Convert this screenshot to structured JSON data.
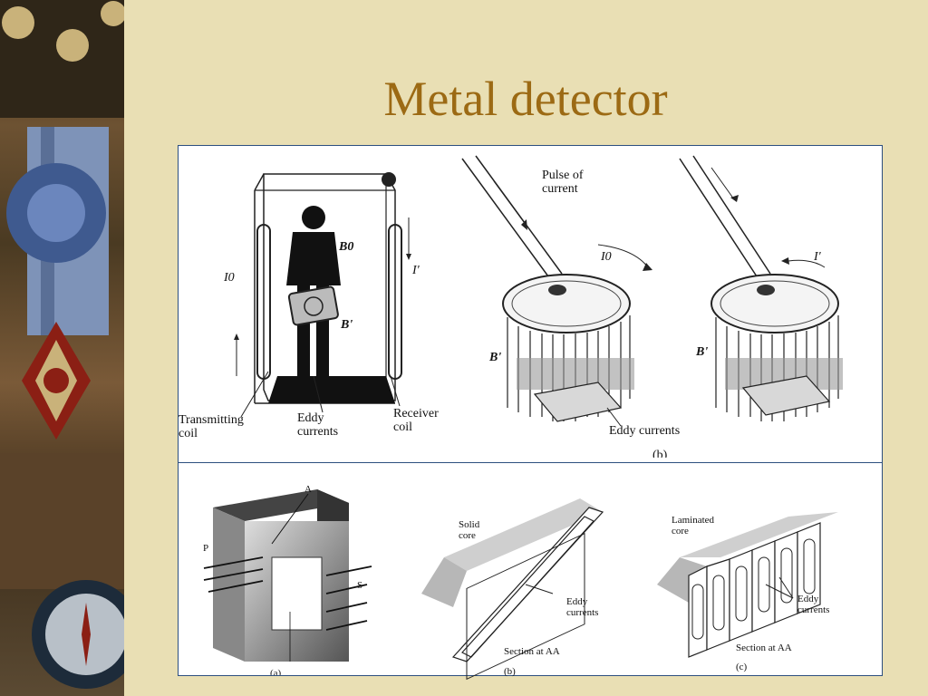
{
  "slide": {
    "title": "Metal detector"
  },
  "top_figure": {
    "gate": {
      "transmitting_coil": "Transmitting\ncoil",
      "eddy_currents": "Eddy\ncurrents",
      "receiver_coil": "Receiver\ncoil",
      "i0": "I0",
      "i_prime": "I'",
      "b0": "B0",
      "b_prime": "B'"
    },
    "handheld": {
      "pulse_of_current": "Pulse of\ncurrent",
      "i0": "I0",
      "i_prime": "I'",
      "b_prime_left": "B'",
      "b_prime_right": "B'",
      "eddy_currents": "Eddy currents",
      "panel_label": "(b)"
    }
  },
  "bottom_figure": {
    "transformer": {
      "a": "A",
      "p": "P",
      "s": "S",
      "panel_label": "(a)"
    },
    "solid": {
      "core_label": "Solid\ncore",
      "eddy_currents": "Eddy\ncurrents",
      "section": "Section at AA",
      "panel_label": "(b)"
    },
    "laminated": {
      "core_label": "Laminated\ncore",
      "eddy_currents": "Eddy\ncurrents",
      "section": "Section at AA",
      "panel_label": "(c)"
    }
  }
}
